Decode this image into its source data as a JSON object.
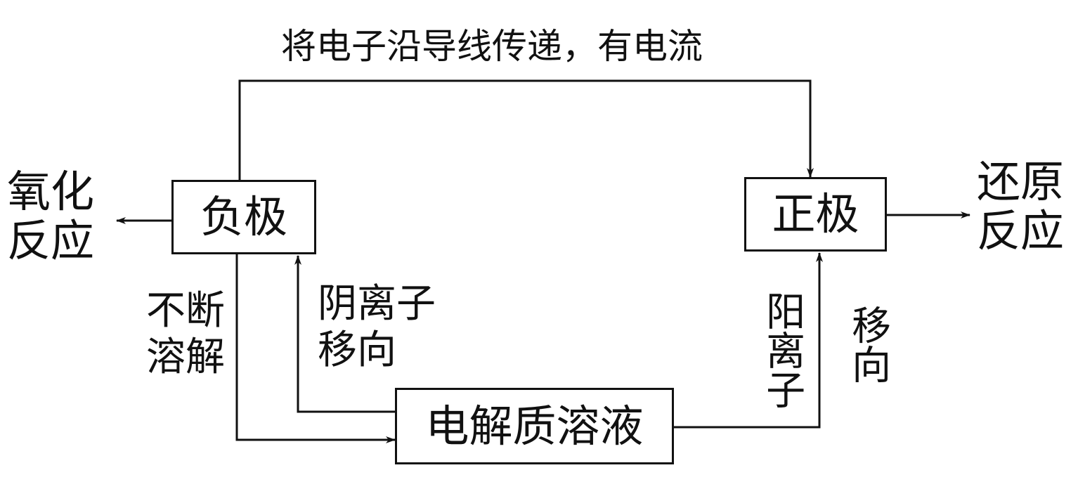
{
  "top_label": "将电子沿导线传递，有电流",
  "negative_electrode": "负极",
  "positive_electrode": "正极",
  "electrolyte": "电解质溶液",
  "oxidation": [
    "氧化",
    "反应"
  ],
  "reduction": [
    "还原",
    "反应"
  ],
  "dissolve": [
    "不断",
    "溶解"
  ],
  "anion_move": [
    "阴离子",
    "移向"
  ],
  "cation": "阳离子",
  "move_to": "移向"
}
